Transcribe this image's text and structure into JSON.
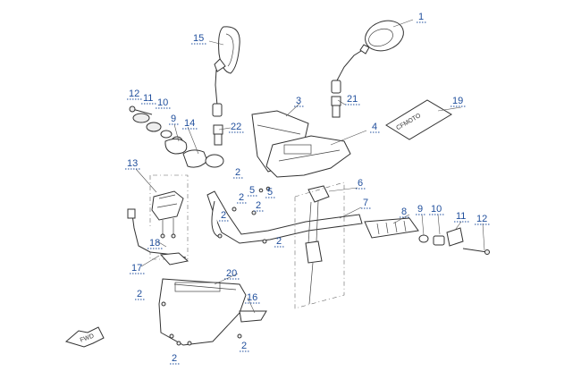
{
  "callouts": {
    "c1": "1",
    "c2a": "2",
    "c2b": "2",
    "c2c": "2",
    "c2d": "2",
    "c2e": "2",
    "c2f": "2",
    "c2g": "2",
    "c3": "3",
    "c4": "4",
    "c5a": "5",
    "c5b": "5",
    "c6": "6",
    "c7": "7",
    "c8": "8",
    "c9a": "9",
    "c9b": "9",
    "c10a": "10",
    "c10b": "10",
    "c11a": "11",
    "c11b": "11",
    "c12a": "12",
    "c12b": "12",
    "c13": "13",
    "c14": "14",
    "c15": "15",
    "c16": "16",
    "c17": "17",
    "c18": "18",
    "c19": "19",
    "c20": "20",
    "c21": "21",
    "c22": "22"
  },
  "decal_text": "CFMOTO",
  "front_arrow_text": "FWD",
  "colors": {
    "callout": "#1f4e9c",
    "line": "#333333"
  }
}
